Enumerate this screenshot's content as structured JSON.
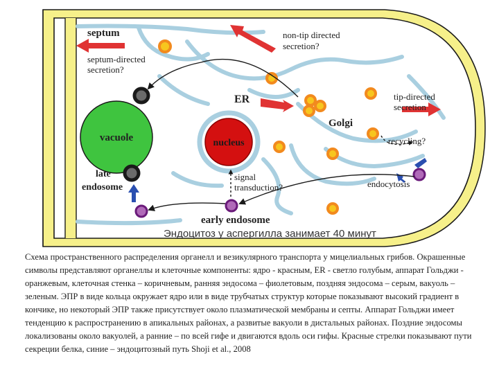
{
  "diagram": {
    "labels": {
      "septum": "septum",
      "septum_directed_1": "septum-directed",
      "septum_directed_2": "secretion?",
      "non_tip_1": "non-tip directed",
      "non_tip_2": "secretion?",
      "er": "ER",
      "tip_directed_1": "tip-directed",
      "tip_directed_2": "secretion",
      "golgi": "Golgi",
      "vacuole": "vacuole",
      "nucleus": "nucleus",
      "recycling": "recycling?",
      "late_endosome_1": "late",
      "late_endosome_2": "endosome",
      "signal_1": "signal",
      "signal_2": "transduction?",
      "endocytosis": "endocytosis",
      "early_endosome": "early endosome"
    },
    "overlay_title": "Эндоцитоз у аспергилла  занимает 40 минут",
    "colors": {
      "cell_wall": "#f6f08a",
      "membrane": "#1a1a1a",
      "er": "#a9cfe0",
      "golgi": "#f28a1e",
      "nucleus": "#d41010",
      "vacuole": "#3fc43f",
      "late_endosome": "#6b6b6b",
      "early_endosome": "#b06ab8",
      "secretion_arrow": "#e03333",
      "endocytosis_arrow": "#2a4fb0"
    }
  },
  "caption": "Схема пространственного распределения органелл и везикулярного транспорта у мицелиальных грибов. Окрашенные символы представляют органеллы и клеточные компоненты: ядро - красным, ER - светло голубым, аппарат Гольджи - оранжевым, клеточная стенка – коричневым, ранняя эндосома – фиолетовым, поздняя эндосома – серым, вакуоль – зеленым. ЭПР в виде кольца окружает ядро или в виде трубчатых структур которые показывают высокий градиент в кончике, но некоторый ЭПР также присутствует около плазматической мембраны и септы. Аппарат Гольджи имеет тенденцию к распространению в апикальных районах, а развитые вакуоли в дистальных районах. Поздние эндосомы локализованы около вакуолей, а ранние – по всей гифе и двигаются вдоль оси гифы. Красные стрелки показывают пути секреции белка, синие – эндоцитозный путь Shoji et al., 2008"
}
